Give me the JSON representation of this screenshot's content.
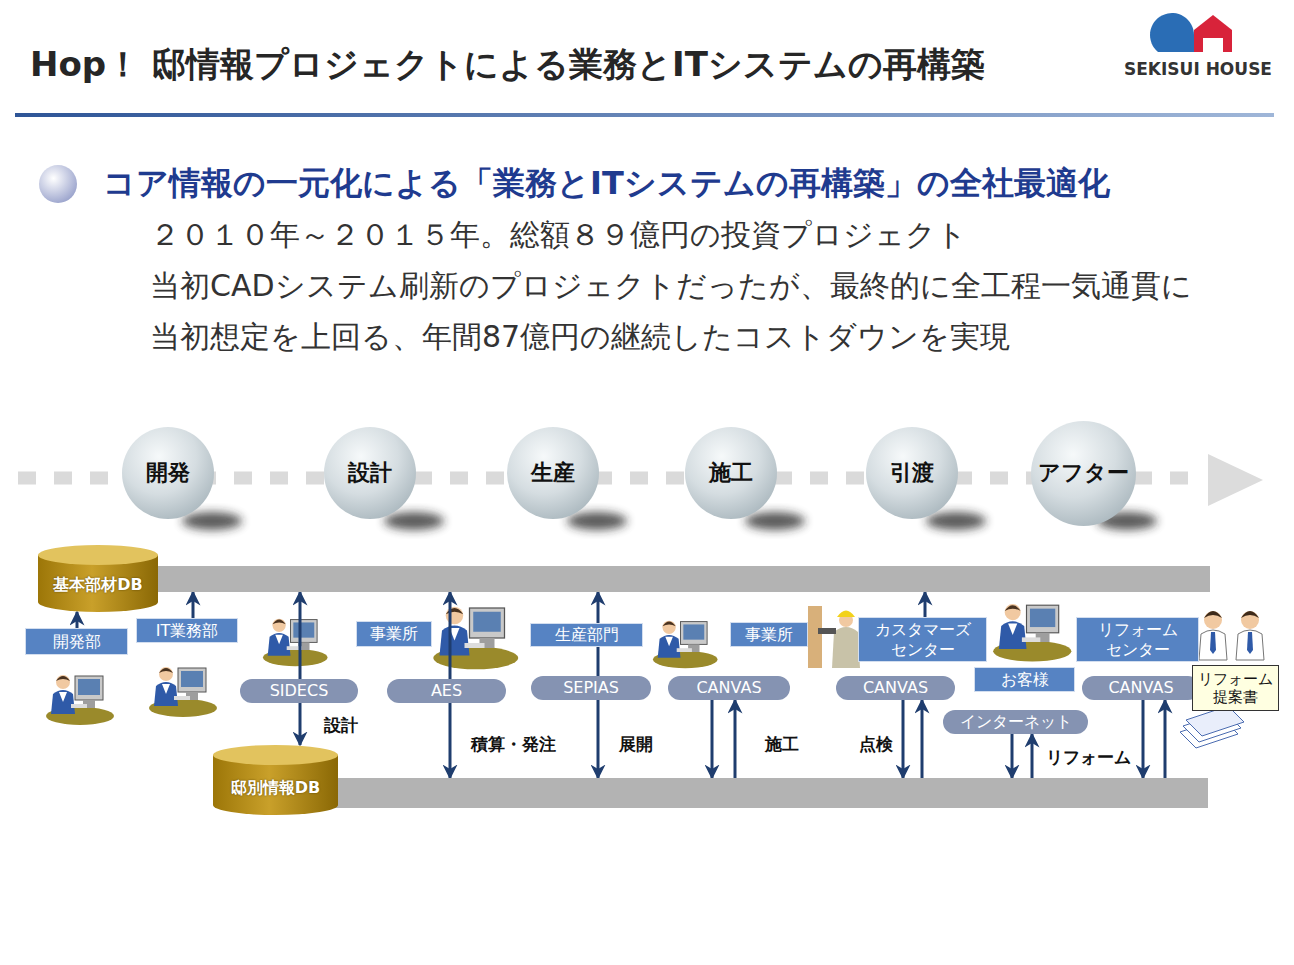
{
  "diagram": {
    "title": "Hop！ 邸情報プロジェクトによる業務とITシステムの再構築",
    "nodes": [
      {
        "text": [
          "開発"
        ]
      },
      {
        "text": [
          "設計"
        ]
      },
      {
        "text": [
          "生産"
        ]
      },
      {
        "text": [
          "施工"
        ]
      },
      {
        "text": [
          "引渡"
        ]
      },
      {
        "text": [
          "アフター"
        ]
      },
      {
        "text": [
          "基本部材DB"
        ]
      },
      {
        "text": [
          "邸別情報DB"
        ]
      },
      {
        "text": [
          "開発部"
        ]
      },
      {
        "text": [
          "IT業務部"
        ]
      },
      {
        "text": [
          "事業所"
        ]
      },
      {
        "text": [
          "SIDECS"
        ]
      },
      {
        "text": [
          "AES"
        ]
      },
      {
        "text": [
          "生産部門"
        ]
      },
      {
        "text": [
          "SEPIAS"
        ]
      },
      {
        "text": [
          "事業所"
        ]
      },
      {
        "text": [
          "CANVAS"
        ]
      },
      {
        "text": [
          "カスタマーズ センター"
        ]
      },
      {
        "text": [
          "CANVAS"
        ]
      },
      {
        "text": [
          "お客様"
        ]
      },
      {
        "text": [
          "インターネット"
        ]
      },
      {
        "text": [
          "リフォーム センター"
        ]
      },
      {
        "text": [
          "CANVAS"
        ]
      },
      {
        "text": [
          "リフォーム 提案書"
        ]
      }
    ],
    "edges": [
      {
        "from": 8,
        "to": 6,
        "arrow": "to"
      },
      {
        "from": 9,
        "to": 6,
        "arrow": "to"
      },
      {
        "from": 11,
        "to": 6,
        "arrow": "to"
      },
      {
        "from": 11,
        "to": 7,
        "label": "設計",
        "arrow": "to"
      },
      {
        "from": 12,
        "to": 6,
        "arrow": "to"
      },
      {
        "from": 12,
        "to": 7,
        "label": "積算・発注",
        "arrow": "to"
      },
      {
        "from": 13,
        "to": 6,
        "arrow": "to"
      },
      {
        "from": 14,
        "to": 7,
        "label": "展開",
        "arrow": "to"
      },
      {
        "from": 13,
        "to": 14,
        "arrow": "none"
      },
      {
        "from": 16,
        "to": 7,
        "arrow": "to"
      },
      {
        "from": 7,
        "to": 16,
        "label": "施工",
        "arrow": "to"
      },
      {
        "from": 17,
        "to": 6,
        "arrow": "to"
      },
      {
        "from": 18,
        "to": 7,
        "arrow": "to"
      },
      {
        "from": 7,
        "to": 18,
        "label": "点検",
        "arrow": "to"
      },
      {
        "from": 20,
        "to": 7,
        "arrow": "to"
      },
      {
        "from": 7,
        "to": 20,
        "arrow": "to"
      },
      {
        "from": 22,
        "to": 7,
        "label": "リフォーム",
        "arrow": "to"
      },
      {
        "from": 7,
        "to": 22,
        "arrow": "to"
      }
    ],
    "labels": [
      "SEKISUI HOUSE",
      "コア情報の一元化による「業務とITシステムの再構築」の全社最適化",
      "２０１０年～２０１５年。総額８９億円の投資プロジェクト",
      "当初CADシステム刷新のプロジェクトだったが、最終的に全工程一気通貫に",
      "当初想定を上回る、年間87億円の継続したコストダウンを実現"
    ]
  }
}
